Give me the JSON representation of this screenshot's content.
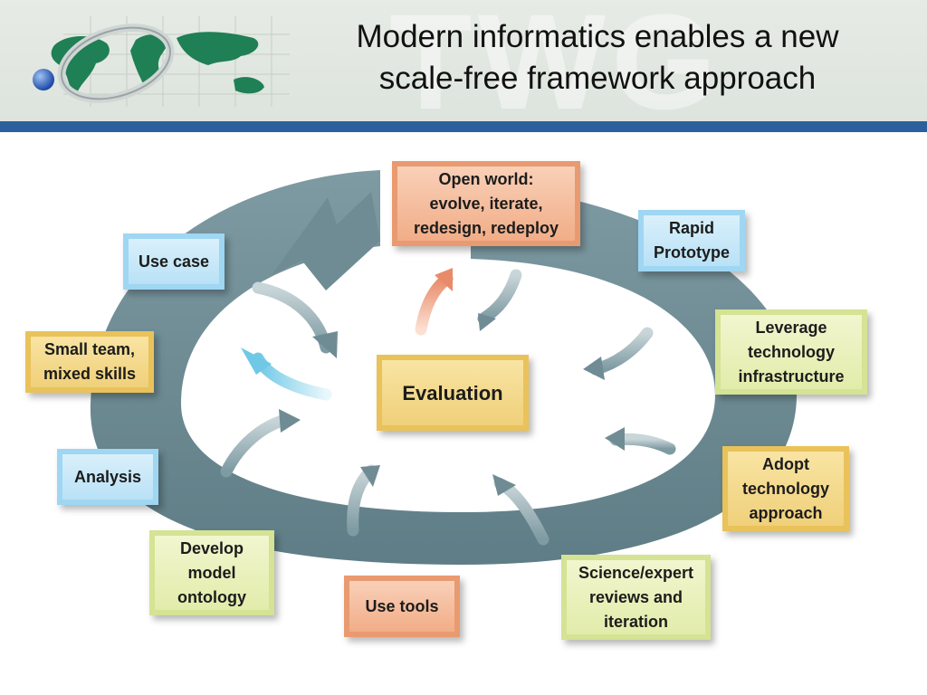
{
  "header": {
    "title_lines": [
      "Modern informatics enables a new",
      "scale-free framework approach"
    ],
    "watermark": "TWG"
  },
  "diagram": {
    "center": "Evaluation",
    "boxes": {
      "open_world": [
        "Open world:",
        "evolve, iterate,",
        "redesign, redeploy"
      ],
      "rapid_prototype": [
        "Rapid",
        "Prototype"
      ],
      "leverage": [
        "Leverage",
        "technology",
        "infrastructure"
      ],
      "adopt": [
        "Adopt",
        "technology",
        "approach"
      ],
      "science": [
        "Science/expert",
        "reviews and",
        "iteration"
      ],
      "use_tools": "Use tools",
      "develop": [
        "Develop",
        "model",
        "ontology"
      ],
      "analysis": "Analysis",
      "small_team": [
        "Small team,",
        "mixed skills"
      ],
      "use_case": "Use case"
    }
  },
  "colors": {
    "header_bar": "#2b5f9e",
    "ring": "#6f8c94",
    "blue_box": "#b9e1f6",
    "yellow_box": "#f0d07a",
    "green_box": "#e2ecaa",
    "orange_box": "#f1ad87"
  }
}
